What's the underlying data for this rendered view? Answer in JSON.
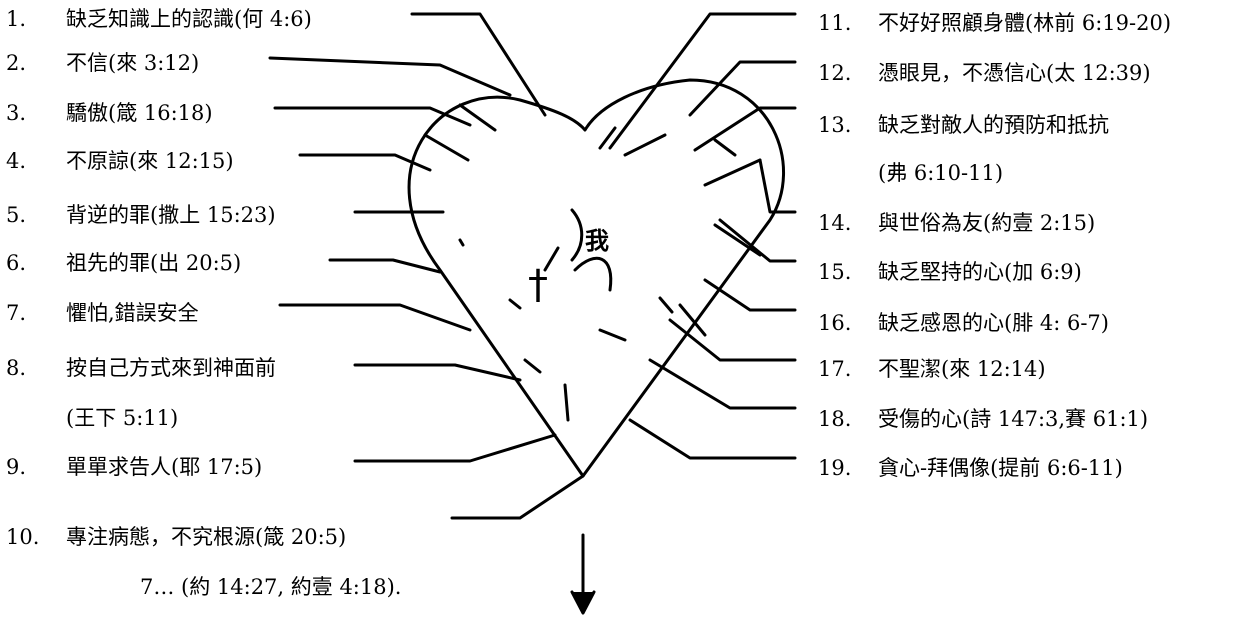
{
  "left_items": [
    {
      "num": "1.",
      "text": "缺乏知識上的認識(何 4:6)"
    },
    {
      "num": "2.",
      "text": "不信(來 3:12)"
    },
    {
      "num": "3.",
      "text": "驕傲(箴 16:18)"
    },
    {
      "num": "4.",
      "text": "不原諒(來 12:15)"
    },
    {
      "num": "5.",
      "text": "背逆的罪(撒上 15:23)"
    },
    {
      "num": "6.",
      "text": "祖先的罪(出 20:5)"
    },
    {
      "num": "7.",
      "text": "懼怕,錯誤安全"
    },
    {
      "num": "8.",
      "text": "按自己方式來到神面前",
      "text2": "(王下 5:11)"
    },
    {
      "num": "9.",
      "text": "單單求告人(耶 17:5)"
    },
    {
      "num": "10.",
      "text": "專注病態，不究根源(箴 20:5)"
    }
  ],
  "right_items": [
    {
      "num": "11.",
      "text": "不好好照顧身體(林前 6:19-20)"
    },
    {
      "num": "12.",
      "text": "憑眼見，不憑信心(太 12:39)"
    },
    {
      "num": "13.",
      "text": "缺乏對敵人的預防和抵抗",
      "text2": "(弗 6:10-11)"
    },
    {
      "num": "14.",
      "text": "與世俗為友(約壹 2:15)"
    },
    {
      "num": "15.",
      "text": "缺乏堅持的心(加 6:9)"
    },
    {
      "num": "16.",
      "text": "缺乏感恩的心(腓 4: 6-7)"
    },
    {
      "num": "17.",
      "text": "不聖潔(來 12:14)"
    },
    {
      "num": "18.",
      "text": "受傷的心(詩 147:3,賽 61:1)"
    },
    {
      "num": "19.",
      "text": "貪心-拜偶像(提前 6:6-11)"
    }
  ],
  "footnote": "7… (約 14:27, 約壹 4:18).",
  "center": {
    "cross": "†",
    "self": "我"
  }
}
